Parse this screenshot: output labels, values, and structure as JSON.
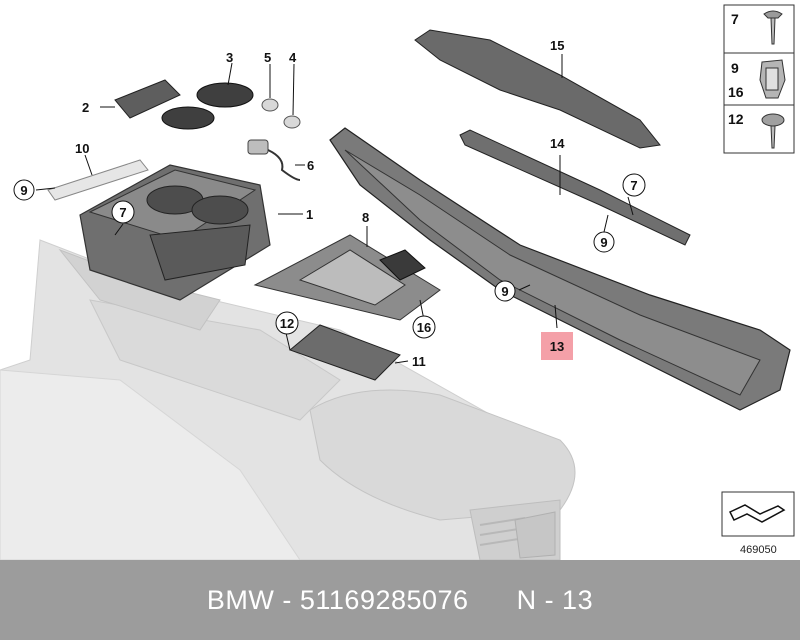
{
  "callouts": {
    "c1": "1",
    "c2": "2",
    "c3": "3",
    "c4": "4",
    "c5": "5",
    "c6": "6",
    "c7a": "7",
    "c7b": "7",
    "c8": "8",
    "c9a": "9",
    "c9b": "9",
    "c9c": "9",
    "c10": "10",
    "c11": "11",
    "c12": "12",
    "c13": "13",
    "c14": "14",
    "c15": "15",
    "c16": "16"
  },
  "highlight_color": "#f4a0a8",
  "legend": {
    "row1": {
      "num": "7",
      "icon": "screw-icon"
    },
    "row2": {
      "num_top": "9",
      "num_bottom": "16",
      "icon": "clip-icon"
    },
    "row3": {
      "num": "12",
      "icon": "screw-icon"
    }
  },
  "diagram_code": "469050",
  "footer": {
    "text": "BMW - 51169285076      N - 13"
  }
}
